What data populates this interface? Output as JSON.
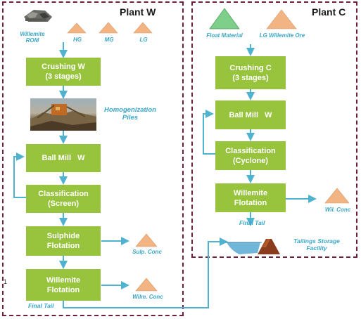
{
  "plant_w": {
    "title": "Plant W",
    "feeds": {
      "rom": "Willemite\nROM",
      "hg": "HG",
      "mg": "MG",
      "lg": "LG"
    },
    "crushing": {
      "line1": "Crushing W",
      "line2": "(3 stages)"
    },
    "homogenization": {
      "line1": "Homogenization",
      "line2": "Piles"
    },
    "ball_mill": "Ball Mill   W",
    "classification": {
      "line1": "Classification",
      "line2": "(Screen)"
    },
    "sulphide": {
      "line1": "Sulphide",
      "line2": "Flotation"
    },
    "sulp_conc": "Sulp. Conc",
    "willemite": {
      "line1": "Willemite",
      "line2": "Flotation"
    },
    "wilm_conc": "Wilm. Conc",
    "final_tail": "Final Tail",
    "side_mark": "1"
  },
  "plant_c": {
    "title": "Plant C",
    "float_material": "Float Material",
    "lg_ore": "LG Willemite Ore",
    "crushing": {
      "line1": "Crushing C",
      "line2": "(3 stages)"
    },
    "ball_mill": "Ball Mill   W",
    "classification": {
      "line1": "Classification",
      "line2": "(Cyclone)"
    },
    "willemite": {
      "line1": "Willemite",
      "line2": "Flotation"
    },
    "wil_conc": "Wil. Conc",
    "final_tail": "Final Tail",
    "tailings": {
      "line1": "Tailings Storage",
      "line2": "Facility"
    }
  },
  "colors": {
    "box": "#97c43c",
    "arrow": "#4fb3cf",
    "border": "#6e1f3a",
    "label": "#3aa7c9",
    "ore_pile": "#f2b483",
    "float_pile": "#7dcf8a",
    "water": "#6fb6d9",
    "dam": "#8a3c1c"
  }
}
